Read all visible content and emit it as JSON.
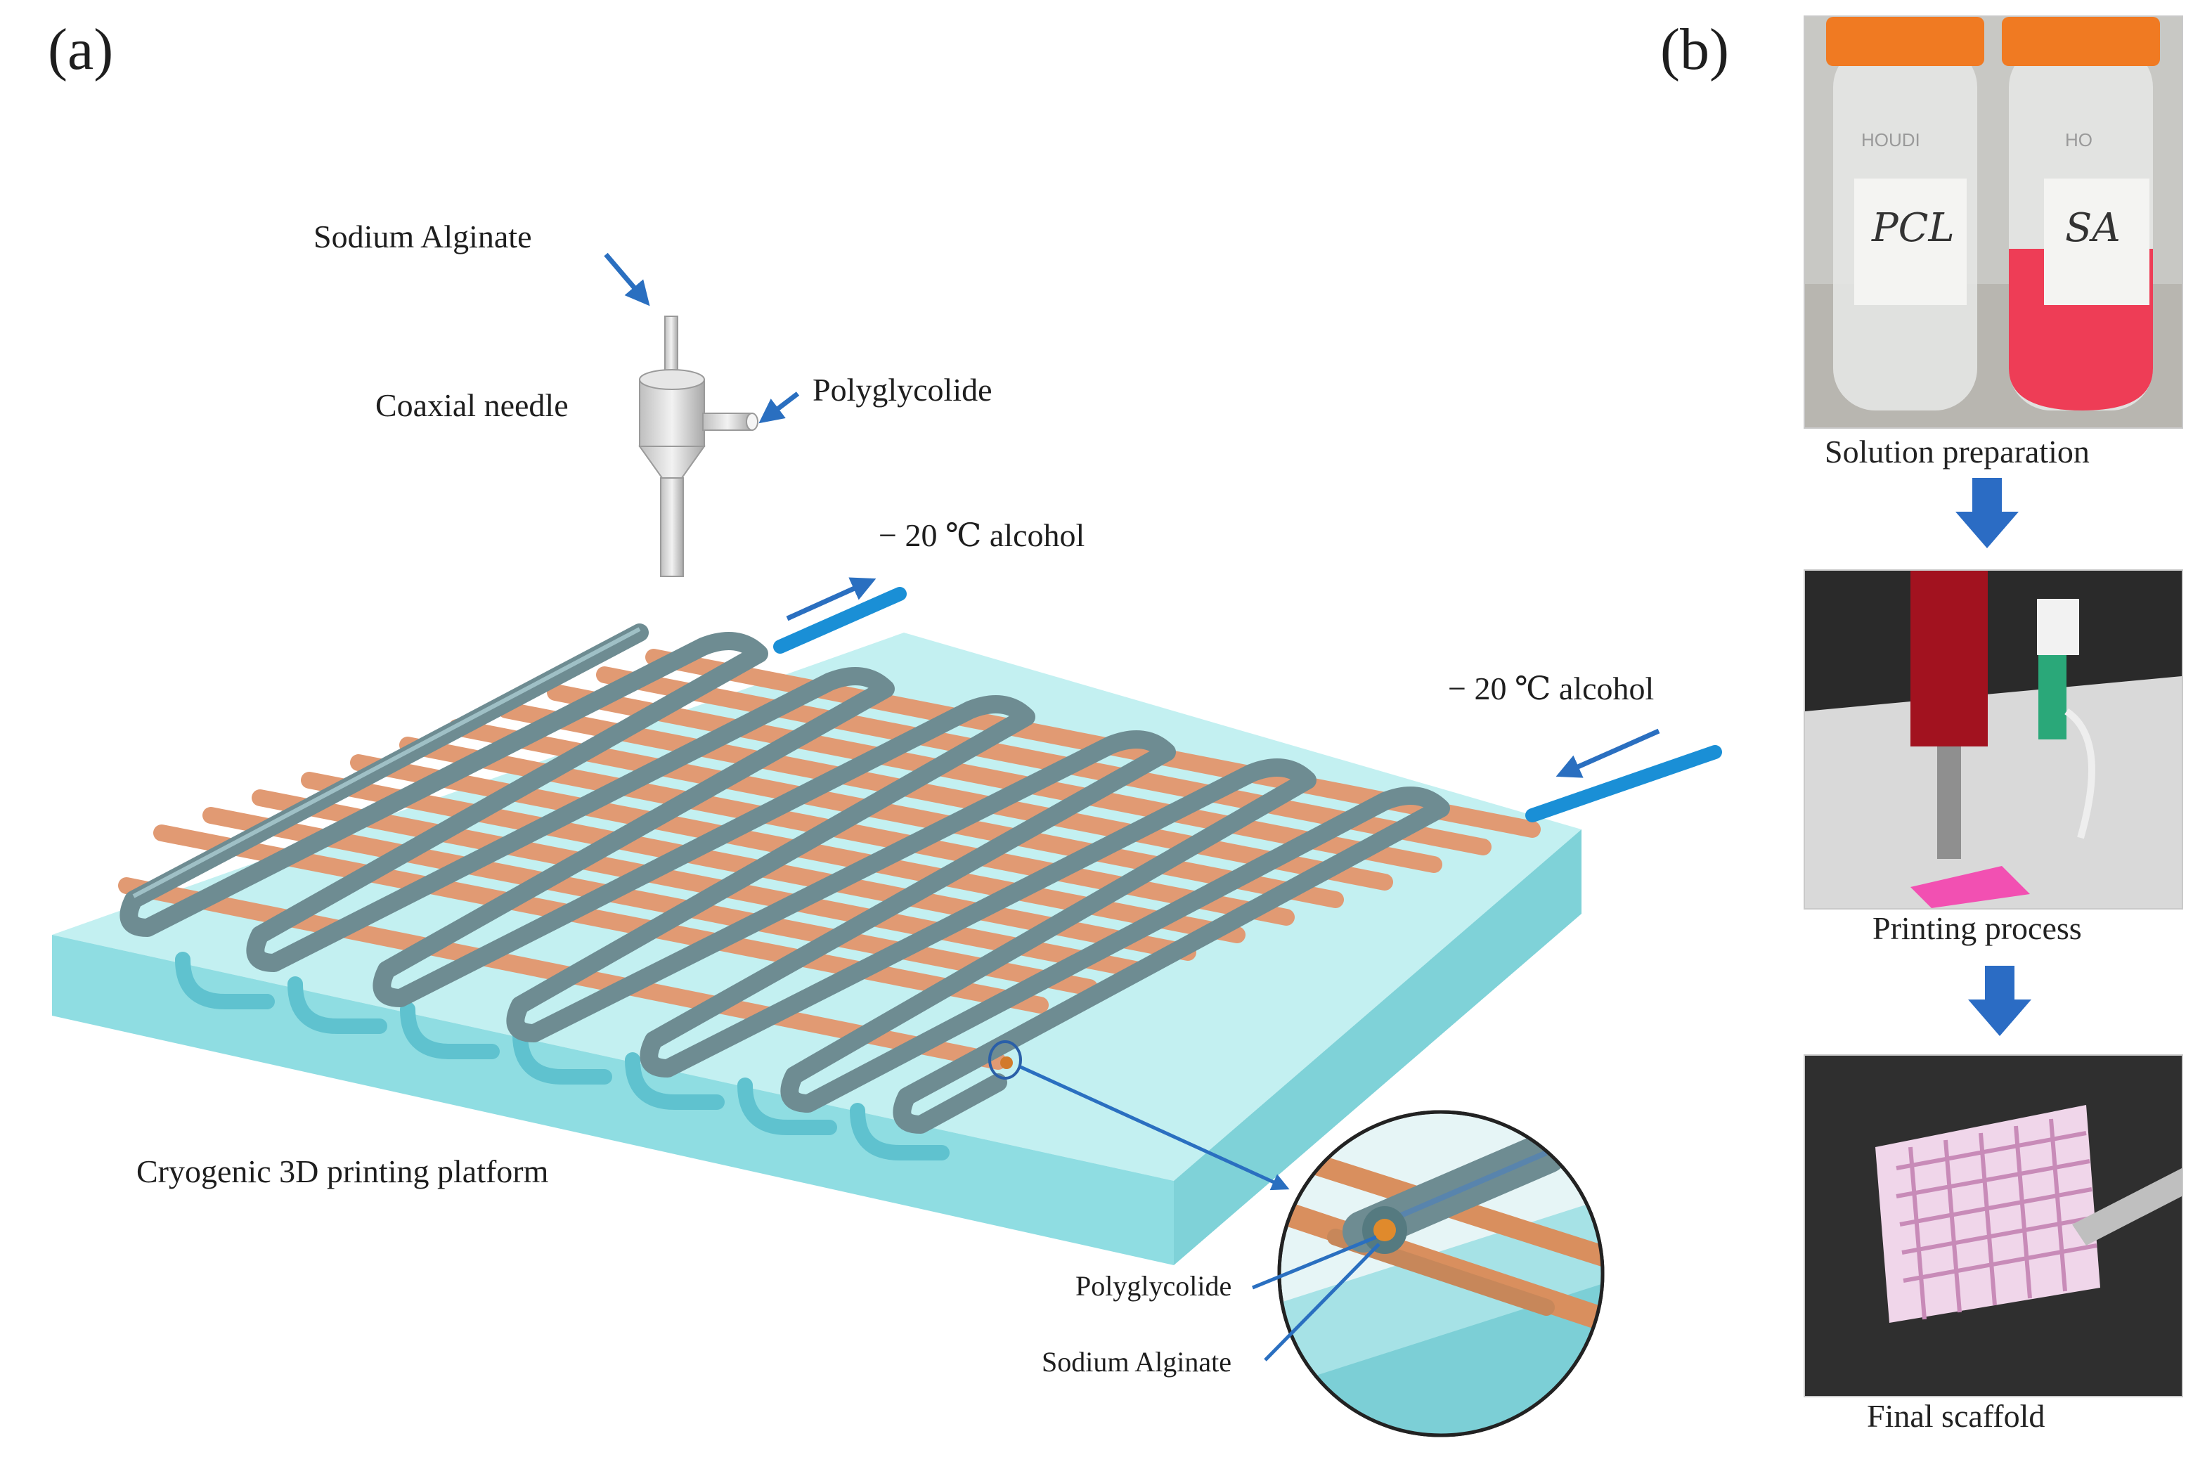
{
  "panel_a": {
    "letter": "(a)",
    "labels": {
      "sodium_alginate_top": "Sodium Alginate",
      "coaxial_needle": "Coaxial needle",
      "polyglycolide_top": "Polyglycolide",
      "alcohol_left": "− 20 ℃ alcohol",
      "alcohol_right": "− 20 ℃ alcohol",
      "platform": "Cryogenic 3D printing platform",
      "polyglycolide_inset": "Polyglycolide",
      "sodium_alginate_inset": "Sodium Alginate"
    },
    "colors": {
      "platform": "#9fe0e4",
      "sa_fiber": "#6e8c92",
      "pgl_core": "#e8a27a",
      "coolant_pipe": "#1a8fd6",
      "arrow": "#2a6fc0"
    }
  },
  "panel_b": {
    "letter": "(b)",
    "steps": [
      {
        "caption": "Solution preparation",
        "tube_labels": [
          "PCL",
          "SA"
        ],
        "tube_brand": [
          "HOUDI",
          "HO"
        ]
      },
      {
        "caption": "Printing process"
      },
      {
        "caption": "Final scaffold"
      }
    ],
    "arrow_color": "#2b6cc4"
  }
}
